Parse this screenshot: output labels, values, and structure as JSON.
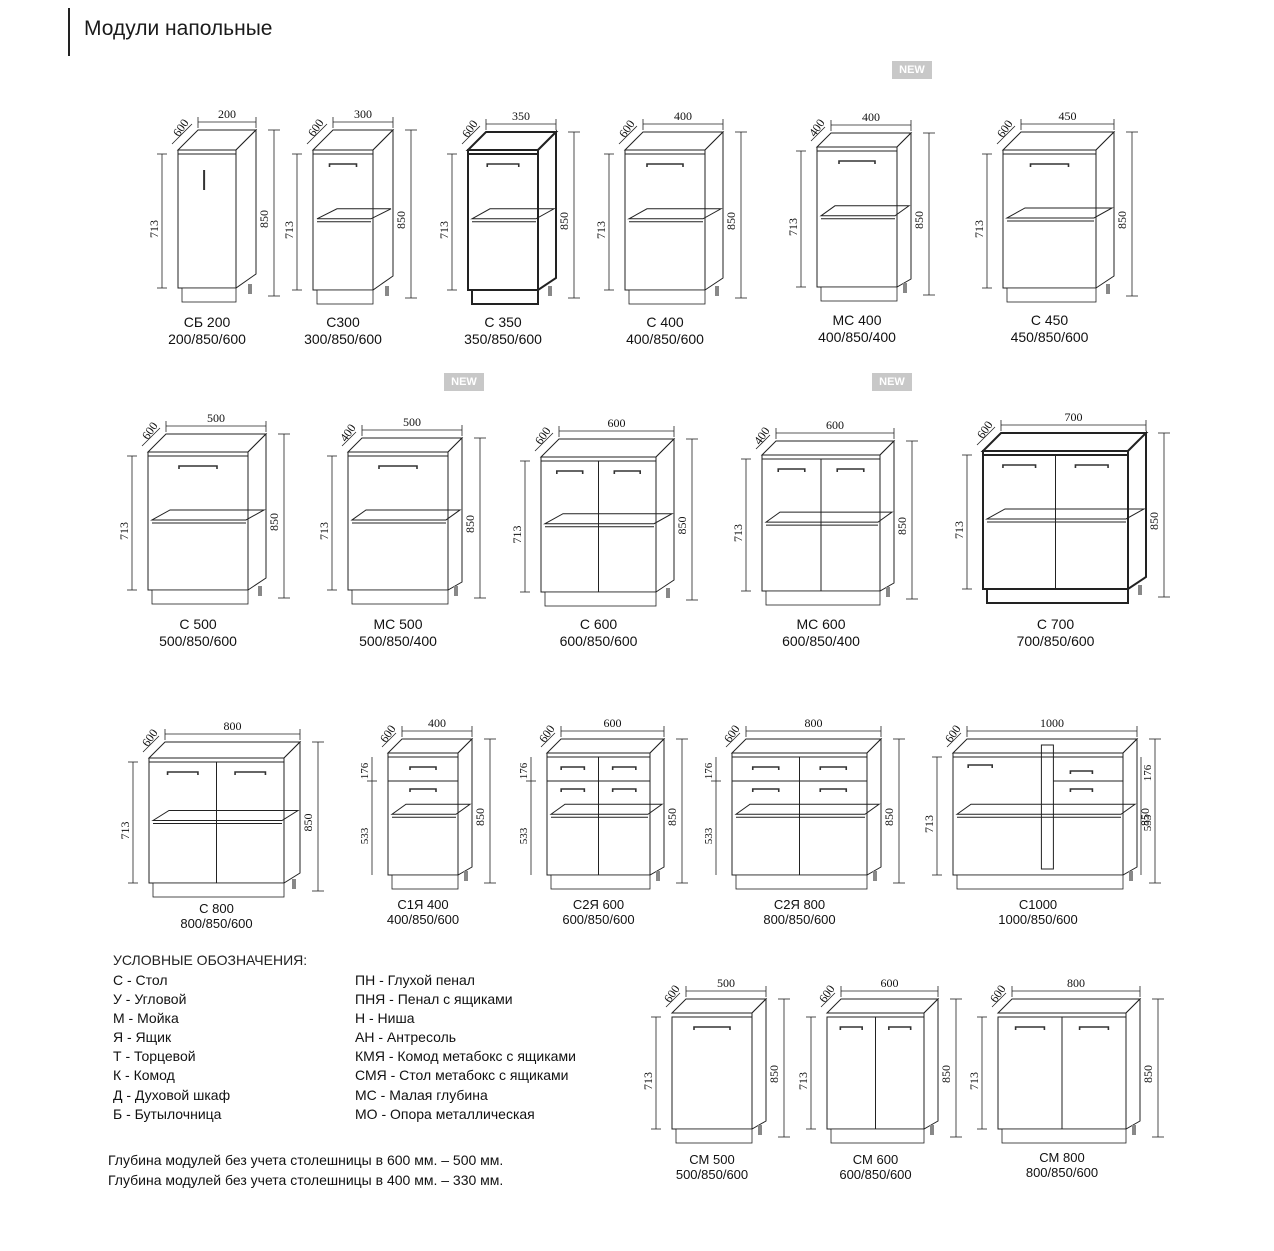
{
  "page": {
    "title": "Модули напольные"
  },
  "modules": [
    {
      "name": "СБ 200",
      "dims": "200/850/600",
      "w": "200",
      "d": "600",
      "h": "850",
      "h1": "713",
      "new": false,
      "doors": 0,
      "bottle": true
    },
    {
      "name": "С300",
      "dims": "300/850/600",
      "w": "300",
      "d": "600",
      "h": "850",
      "h1": "713",
      "new": false,
      "doors": 1
    },
    {
      "name": "С 350",
      "dims": "350/850/600",
      "w": "350",
      "d": "600",
      "h": "850",
      "h1": "713",
      "new": false,
      "doors": 1,
      "bold": true
    },
    {
      "name": "С 400",
      "dims": "400/850/600",
      "w": "400",
      "d": "600",
      "h": "850",
      "h1": "713",
      "new": false,
      "doors": 1
    },
    {
      "name": "МС 400",
      "dims": "400/850/400",
      "w": "400",
      "d": "400",
      "h": "850",
      "h1": "713",
      "new": true,
      "doors": 1
    },
    {
      "name": "С 450",
      "dims": "450/850/600",
      "w": "450",
      "d": "600",
      "h": "850",
      "h1": "713",
      "new": false,
      "doors": 1
    },
    {
      "name": "С 500",
      "dims": "500/850/600",
      "w": "500",
      "d": "600",
      "h": "850",
      "h1": "713",
      "new": false,
      "doors": 1
    },
    {
      "name": "МС 500",
      "dims": "500/850/400",
      "w": "500",
      "d": "400",
      "h": "850",
      "h1": "713",
      "new": true,
      "doors": 1
    },
    {
      "name": "С 600",
      "dims": "600/850/600",
      "w": "600",
      "d": "600",
      "h": "850",
      "h1": "713",
      "new": false,
      "doors": 2
    },
    {
      "name": "МС 600",
      "dims": "600/850/400",
      "w": "600",
      "d": "400",
      "h": "850",
      "h1": "713",
      "new": true,
      "doors": 2
    },
    {
      "name": "С 700",
      "dims": "700/850/600",
      "w": "700",
      "d": "600",
      "h": "850",
      "h1": "713",
      "new": false,
      "doors": 2,
      "bold": true
    },
    {
      "name": "С 800",
      "dims": "800/850/600",
      "w": "800",
      "d": "600",
      "h": "850",
      "h1": "713",
      "new": false,
      "doors": 2
    },
    {
      "name": "С1Я 400",
      "dims": "400/850/600",
      "w": "400",
      "d": "600",
      "h": "850",
      "h1": "176",
      "h2": "533",
      "new": false,
      "doors": 1,
      "drawer": true
    },
    {
      "name": "С2Я 600",
      "dims": "600/850/600",
      "w": "600",
      "d": "600",
      "h": "850",
      "h1": "176",
      "h2": "533",
      "new": false,
      "doors": 2,
      "drawer": true
    },
    {
      "name": "С2Я 800",
      "dims": "800/850/600",
      "w": "800",
      "d": "600",
      "h": "850",
      "h1": "176",
      "h2": "533",
      "new": false,
      "doors": 2,
      "drawer": true
    },
    {
      "name": "С1000",
      "dims": "1000/850/600",
      "w": "1000",
      "d": "600",
      "h": "850",
      "h1": "713",
      "h1b": "176",
      "h2": "533",
      "new": false,
      "doors": 2,
      "corner": true
    },
    {
      "name": "СМ 500",
      "dims": "500/850/600",
      "w": "500",
      "d": "600",
      "h": "850",
      "h1": "713",
      "new": false,
      "doors": 1,
      "sink": true
    },
    {
      "name": "СМ 600",
      "dims": "600/850/600",
      "w": "600",
      "d": "600",
      "h": "850",
      "h1": "713",
      "new": false,
      "doors": 2,
      "sink": true
    },
    {
      "name": "СМ 800",
      "dims": "800/850/600",
      "w": "800",
      "d": "600",
      "h": "850",
      "h1": "713",
      "new": false,
      "doors": 2,
      "sink": true
    }
  ],
  "new_label": "NEW",
  "legend": {
    "heading": "УСЛОВНЫЕ ОБОЗНАЧЕНИЯ:",
    "left": [
      "С - Стол",
      "У - Угловой",
      "М - Мойка",
      "Я - Ящик",
      "Т - Торцевой",
      "К - Комод",
      "Д - Духовой шкаф",
      "Б - Бутылочница"
    ],
    "right": [
      "ПН - Глухой пенал",
      "ПНЯ - Пенал с ящиками",
      "Н - Ниша",
      "АН - Антресоль",
      "КМЯ - Комод метабокс с ящиками",
      "СМЯ - Стол метабокс с ящиками",
      "МС - Малая глубина",
      "МО - Опора металлическая"
    ]
  },
  "notes": [
    "Глубина модулей без учета столешницы в 600 мм. – 500 мм.",
    "Глубина модулей без учета столешницы в 400 мм. – 330 мм."
  ]
}
